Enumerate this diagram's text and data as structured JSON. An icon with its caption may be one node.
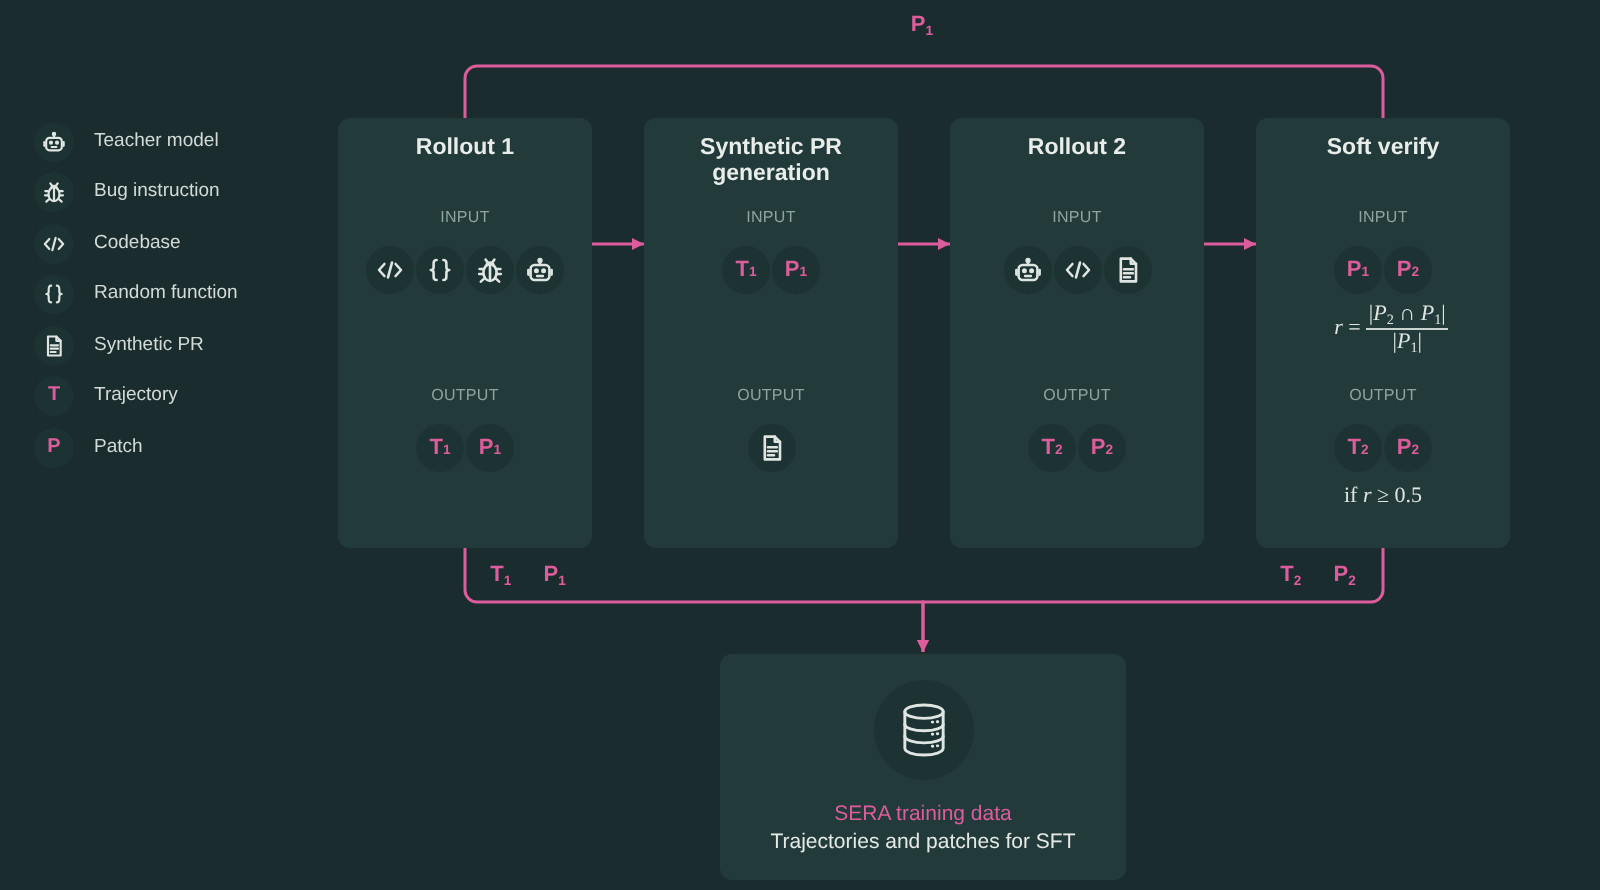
{
  "diagram": {
    "nodes": [
      {
        "text": [
          "Rollout 1",
          "INPUT",
          "OUTPUT"
        ]
      },
      {
        "text": [
          "T$_{1}$"
        ],
        "in": 0
      },
      {
        "text": [
          "P$_{1}$"
        ],
        "in": 0
      },
      {
        "text": [
          "Synthetic PR generation",
          "INPUT",
          "OUTPUT"
        ]
      },
      {
        "text": [
          "T$_{1}$"
        ],
        "in": 3
      },
      {
        "text": [
          "P$_{1}$"
        ],
        "in": 3
      },
      {
        "text": [
          "Rollout 2",
          "INPUT",
          "OUTPUT"
        ]
      },
      {
        "text": [
          "T$_{2}$"
        ],
        "in": 6
      },
      {
        "text": [
          "P$_{2}$"
        ],
        "in": 6
      },
      {
        "text": [
          "Soft verify",
          "INPUT",
          "*r* =",
          "|*P*$_{2}$ ∩ *P*$_{1}$|",
          "|*P*$_{1}$|",
          "OUTPUT",
          "if *r* ≥ 0.5"
        ]
      },
      {
        "text": [
          "P$_{1}$"
        ],
        "in": 9
      },
      {
        "text": [
          "P$_{2}$"
        ],
        "in": 9
      },
      {
        "text": [
          "T$_{2}$"
        ],
        "in": 9
      },
      {
        "text": [
          "P$_{2}$"
        ],
        "in": 9
      },
      {
        "text": [
          "SERA training data",
          "Trajectories and patches for SFT"
        ]
      }
    ],
    "edges": [
      {
        "from": 0,
        "to": 3,
        "arrow": "to"
      },
      {
        "from": 3,
        "to": 6,
        "arrow": "to"
      },
      {
        "from": 6,
        "to": 9,
        "arrow": "to"
      },
      {
        "from": 0,
        "to": 9,
        "arrow": "none",
        "label": "P$_{1}$"
      },
      {
        "from": 0,
        "to": 14,
        "arrow": "to",
        "label": "T$_{1}$ P$_{1}$"
      },
      {
        "from": 9,
        "to": 14,
        "arrow": "to",
        "label": "T$_{2}$ P$_{2}$"
      }
    ],
    "labels": [
      "T",
      "P"
    ],
    "legend": [
      {
        "text": "Teacher model"
      },
      {
        "text": "Bug instruction"
      },
      {
        "text": "Codebase"
      },
      {
        "text": "Random function"
      },
      {
        "text": "Synthetic PR"
      },
      {
        "text": "Trajectory"
      },
      {
        "text": "Patch"
      }
    ]
  }
}
